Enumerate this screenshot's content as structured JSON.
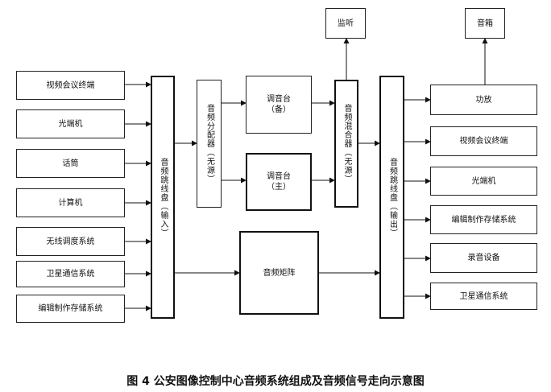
{
  "inputs": [
    "视频会议终端",
    "光端机",
    "话筒",
    "计算机",
    "无线调度系统",
    "卫星通信系统",
    "编辑制作存储系统"
  ],
  "patch_in": "音频跳线盘（输入）",
  "splitter": "音频分配器（无源）",
  "console_backup": {
    "line1": "调音台",
    "line2": "（备）"
  },
  "console_main": {
    "line1": "调音台",
    "line2": "（主）"
  },
  "mixer": "音频混合器（无源）",
  "monitor": "监听",
  "matrix": "音频矩阵",
  "patch_out": "音频跳线盘（输出）",
  "speaker": "音箱",
  "outputs": [
    "功放",
    "视频会议终端",
    "光端机",
    "编辑制作存储系统",
    "录音设备",
    "卫星通信系统"
  ],
  "caption": "图 4  公安图像控制中心音频系统组成及音频信号走向示意图"
}
